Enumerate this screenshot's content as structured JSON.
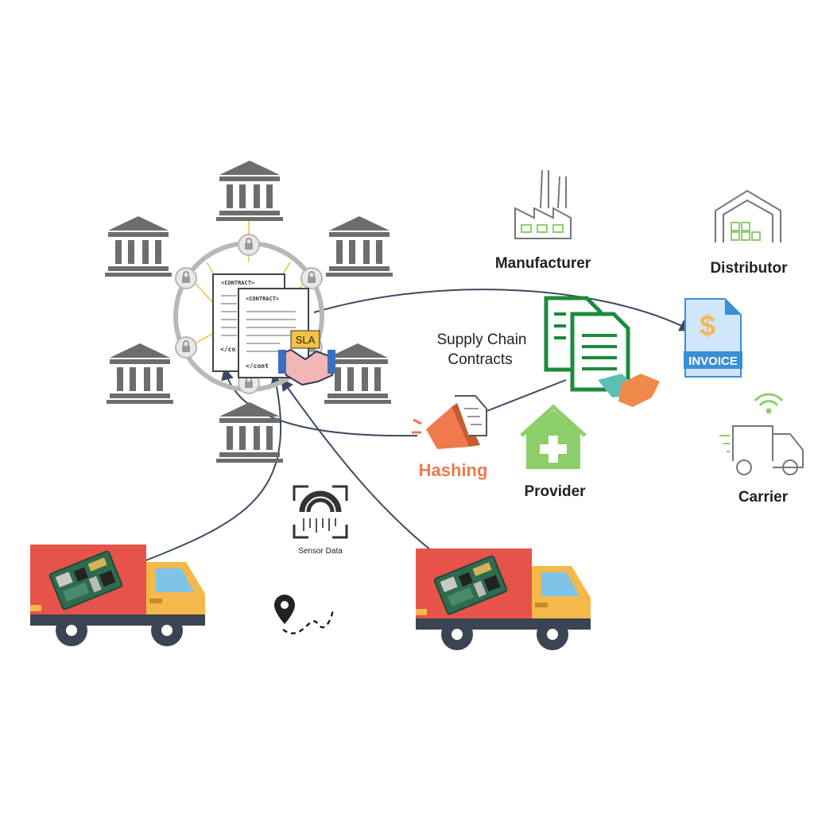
{
  "labels": {
    "manufacturer": "Manufacturer",
    "distributor": "Distributor",
    "supply_chain_line1": "Supply Chain",
    "supply_chain_line2": "Contracts",
    "provider": "Provider",
    "carrier": "Carrier",
    "hashing": "Hashing",
    "sensor_data": "Sensor Data",
    "invoice": "INVOICE",
    "invoice_symbol": "$",
    "sla": "SLA",
    "contract_tag": "<CONTRACT>",
    "contract_tag_back": "<CONTRACT>",
    "contract_close": "</co",
    "contract_close_front": "</cont"
  },
  "icons": {
    "bank": "bank-icon",
    "lock": "lock-icon",
    "factory": "factory-icon",
    "warehouse": "warehouse-icon",
    "documents": "documents-icon",
    "handshake": "handshake-icon",
    "invoice": "invoice-icon",
    "megaphone": "megaphone-icon",
    "provider": "house-cross-icon",
    "carrier": "delivery-van-icon",
    "fingerprint": "fingerprint-icon",
    "location": "location-pin-icon",
    "truck": "truck-icon",
    "iot_board": "iot-board-icon"
  },
  "colors": {
    "bank_gray": "#6d6d6d",
    "ring_gray": "#b8b8b8",
    "ray_yellow": "#f5c141",
    "arrow_navy": "#3e4a63",
    "doc_green": "#1e8a3c",
    "icon_light_green": "#8ccf6a",
    "hashing_orange": "#ee7a4e",
    "invoice_blue": "#3a8fd9",
    "truck_red": "#e5534b",
    "truck_yellow": "#f5b84a",
    "wheel_dark": "#3a4452"
  }
}
